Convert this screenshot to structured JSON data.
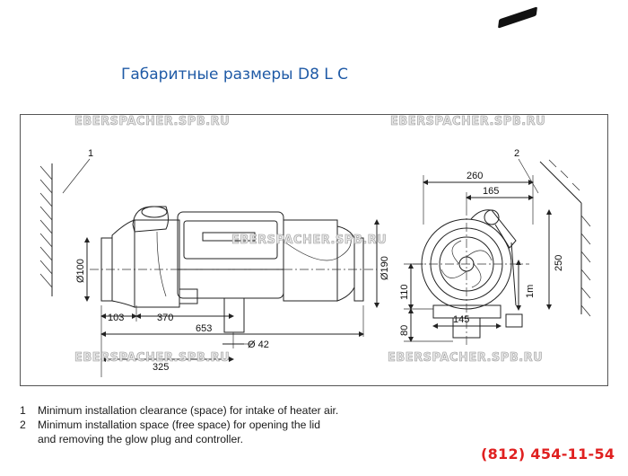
{
  "title": "Габаритные размеры D8 L C",
  "phone": "(812) 454-11-54",
  "watermark": "EBERSPACHER.SPB.RU",
  "callouts": {
    "c1": "1",
    "c2": "2"
  },
  "dimensions": {
    "d100": "Ø100",
    "d103": "103",
    "d370": "370",
    "d653": "653",
    "d42": "Ø 42",
    "d325": "325",
    "d190": "Ø190",
    "d260": "260",
    "d165": "165",
    "d250": "250",
    "d110": "110",
    "d80": "80",
    "d145": "145",
    "d1m": "1m"
  },
  "notes": [
    {
      "num": "1",
      "text": "Minimum installation clearance (space) for intake of heater air."
    },
    {
      "num": "2",
      "text": "Minimum installation space (free space) for opening the lid"
    },
    {
      "num": "",
      "text": "and removing the glow plug and controller."
    }
  ],
  "colors": {
    "title": "#1f5aa6",
    "phone": "#e02020"
  }
}
